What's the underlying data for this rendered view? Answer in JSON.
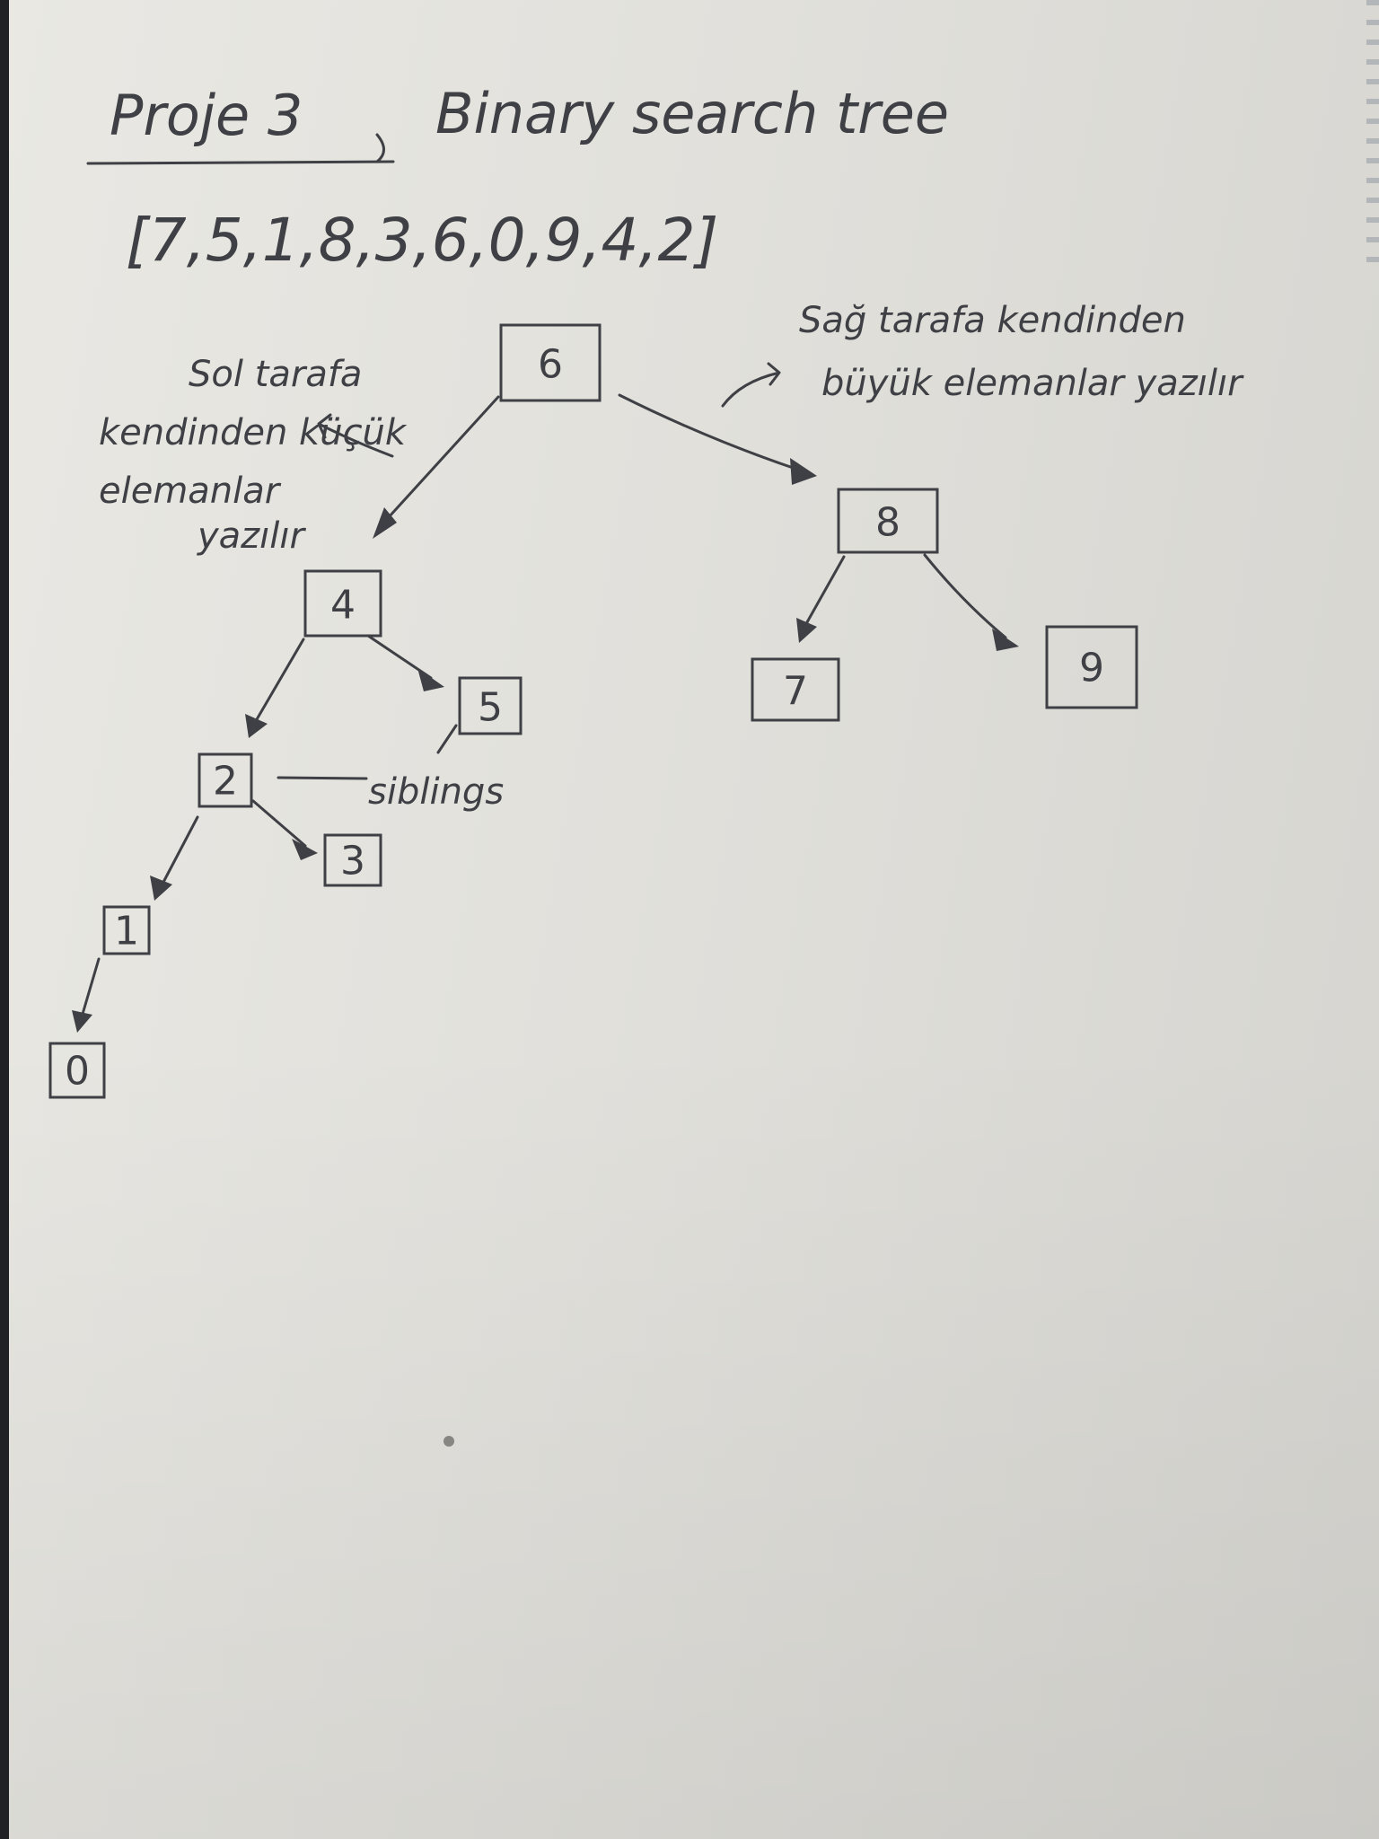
{
  "title": "Proje 3",
  "subtitle": "Binary search tree",
  "array_text": "[7,5,1,8,3,6,0,9,4,2]",
  "left_note": [
    "Sol tarafa",
    "kendinden küçük",
    "elemanlar",
    "yazılır"
  ],
  "right_note": [
    "Sağ tarafa kendinden",
    "büyük elemanlar yazılır"
  ],
  "siblings_label": "siblings",
  "nodes": [
    {
      "id": "n6",
      "label": "6"
    },
    {
      "id": "n4",
      "label": "4"
    },
    {
      "id": "n8",
      "label": "8"
    },
    {
      "id": "n2",
      "label": "2"
    },
    {
      "id": "n5",
      "label": "5"
    },
    {
      "id": "n7",
      "label": "7"
    },
    {
      "id": "n9",
      "label": "9"
    },
    {
      "id": "n1",
      "label": "1"
    },
    {
      "id": "n3",
      "label": "3"
    },
    {
      "id": "n0",
      "label": "0"
    }
  ],
  "edges": [
    {
      "from": "6",
      "to": "4"
    },
    {
      "from": "6",
      "to": "8"
    },
    {
      "from": "4",
      "to": "2"
    },
    {
      "from": "4",
      "to": "5"
    },
    {
      "from": "8",
      "to": "7"
    },
    {
      "from": "8",
      "to": "9"
    },
    {
      "from": "2",
      "to": "1"
    },
    {
      "from": "2",
      "to": "3"
    },
    {
      "from": "1",
      "to": "0"
    }
  ]
}
